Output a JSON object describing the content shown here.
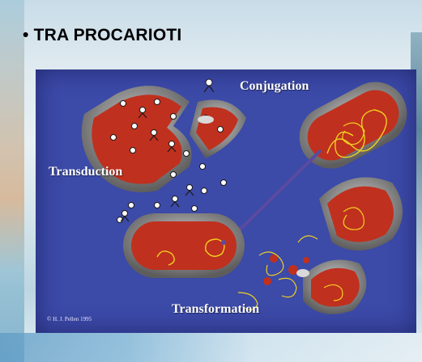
{
  "slide": {
    "bullet": "•",
    "title": "TRA PROCARIOTI"
  },
  "figure": {
    "labels": {
      "conjugation": "Conjugation",
      "transduction": "Transduction",
      "transformation": "Transformation",
      "copyright": "© H. J. Pellen 1995"
    },
    "colors": {
      "background": "#3c4aa8",
      "cell_wall": "#8a8a8a",
      "cytoplasm": "#c0301e",
      "dna": "#f0d020",
      "pilus": "#5a4aa0"
    }
  }
}
